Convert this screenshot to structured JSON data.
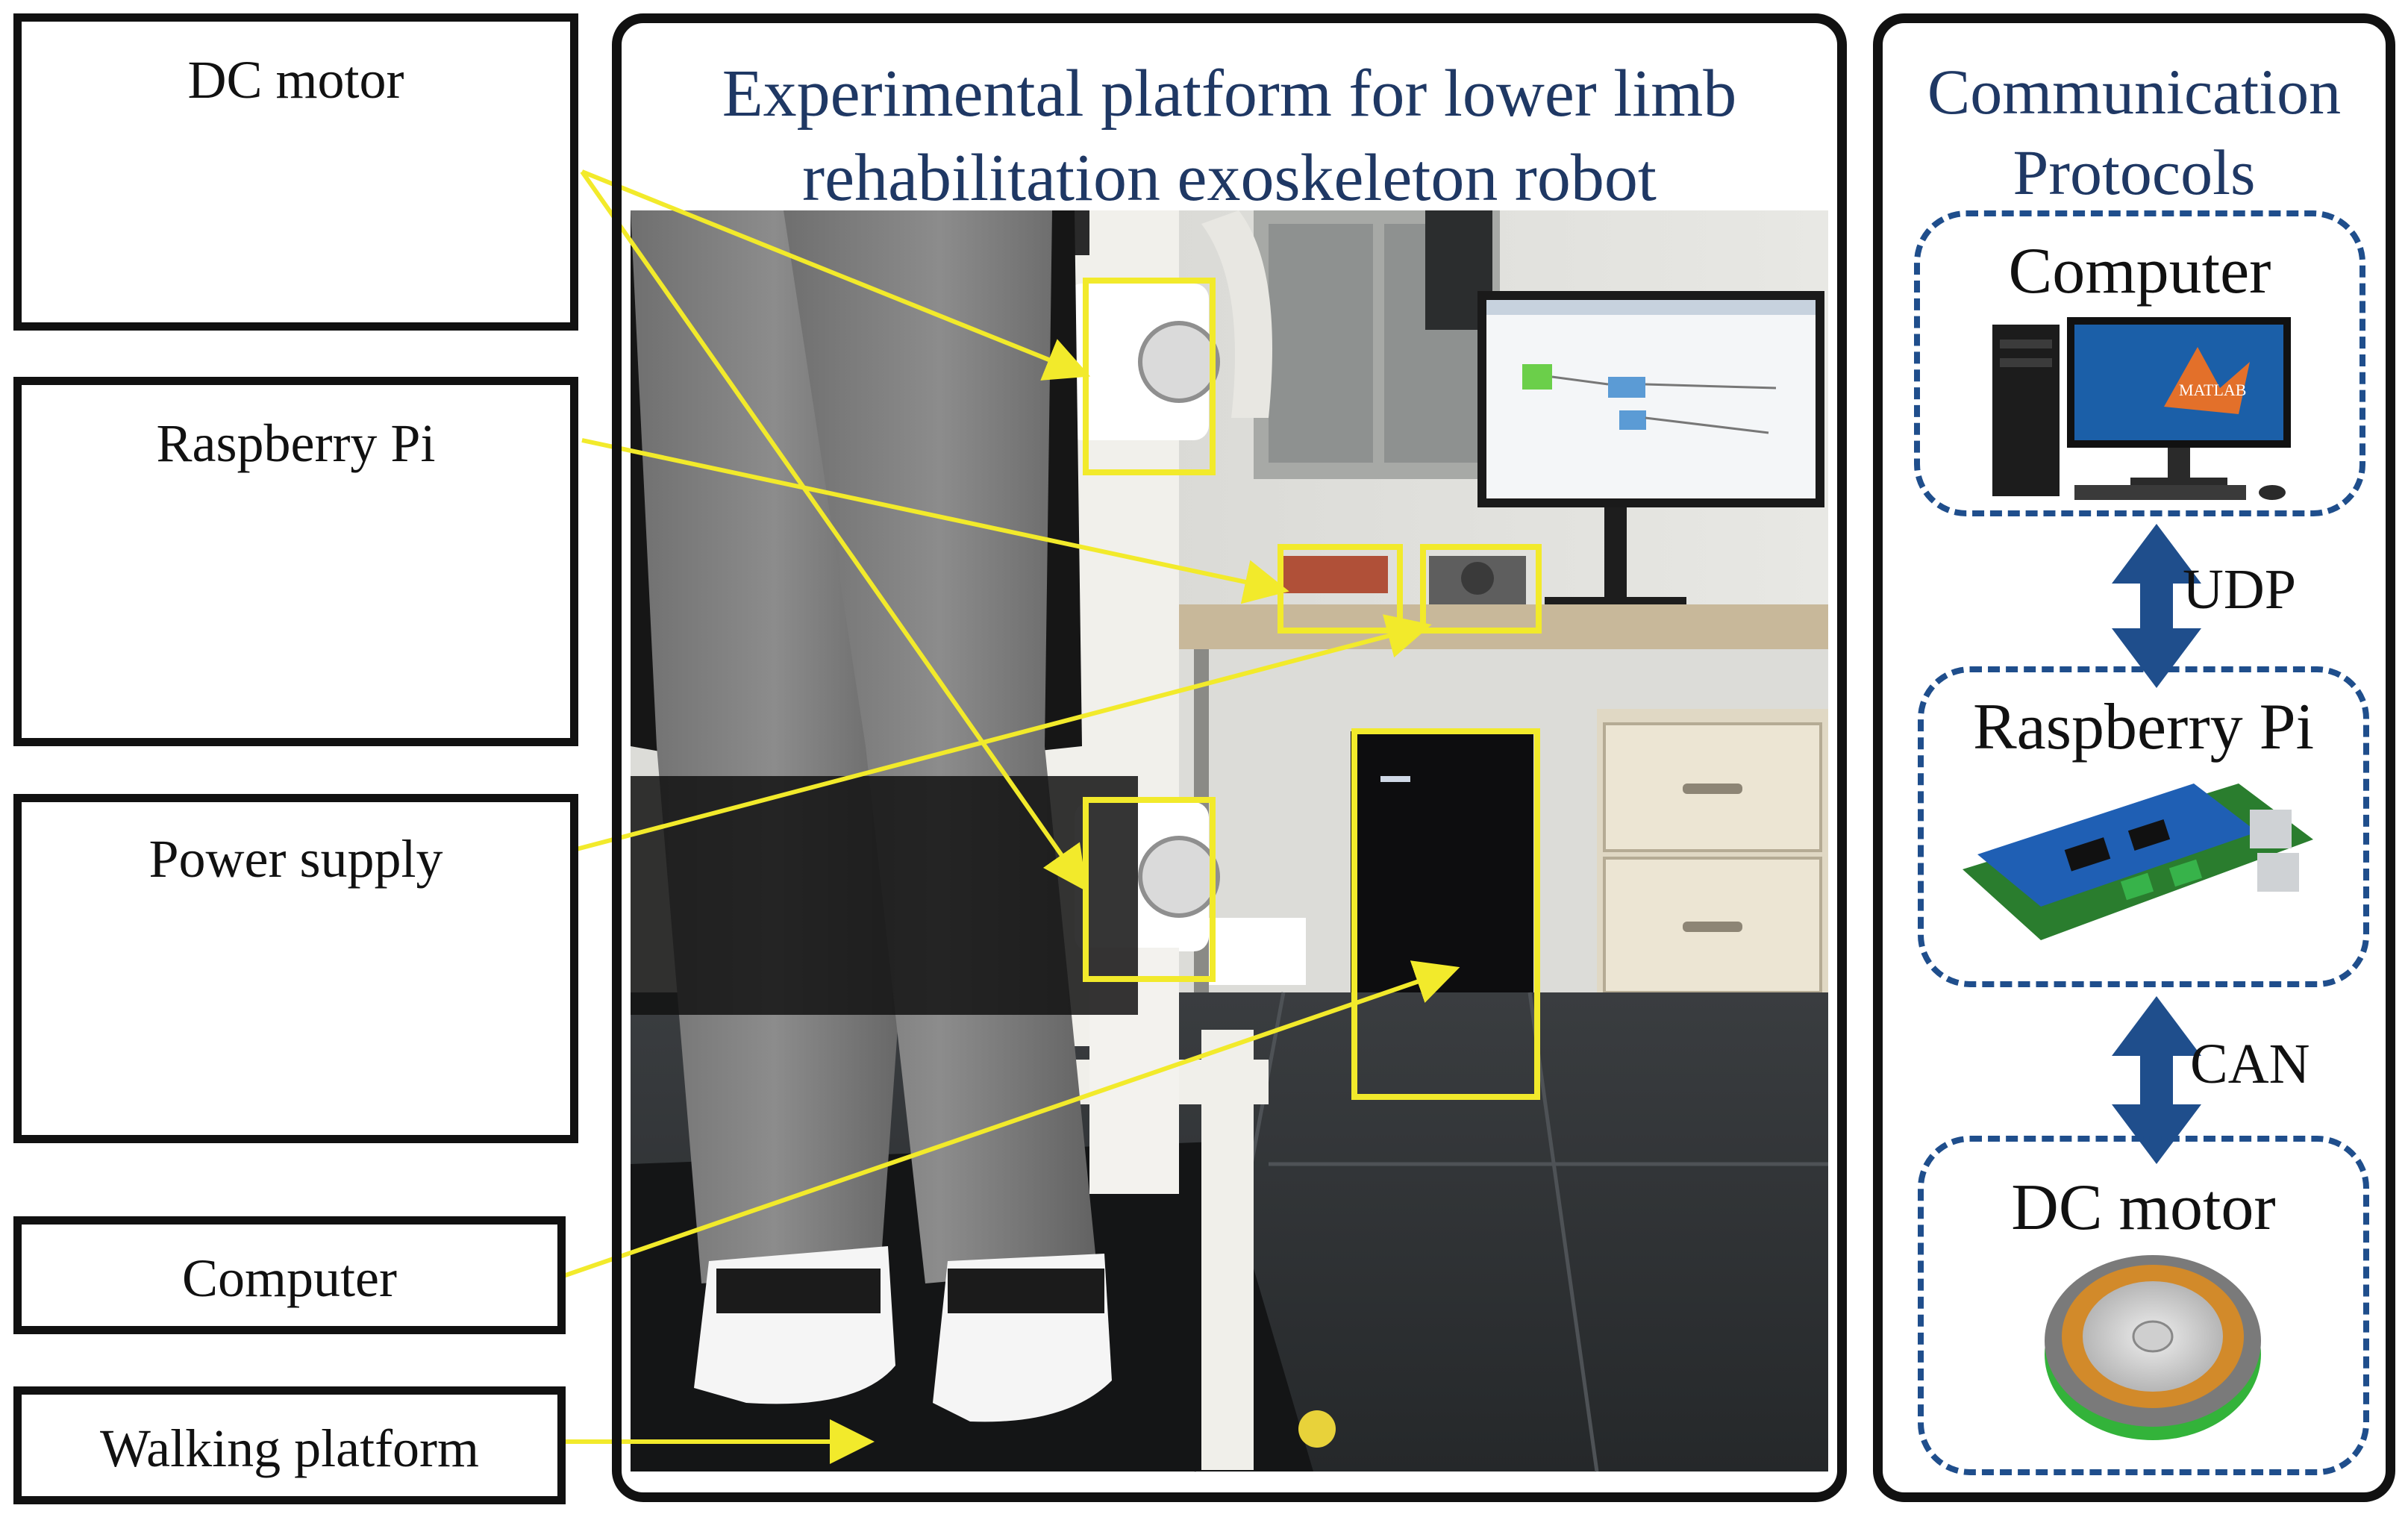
{
  "left_components": [
    {
      "id": "dc-motor",
      "label": "DC motor",
      "icon": "dc-motor-icon"
    },
    {
      "id": "raspberry-pi",
      "label": "Raspberry Pi",
      "icon": "raspberry-pi-board-icon"
    },
    {
      "id": "power-supply",
      "label": "Power supply",
      "icon": "power-supply-unit-icon"
    },
    {
      "id": "computer",
      "label": "Computer"
    },
    {
      "id": "walking-platform",
      "label": "Walking platform"
    }
  ],
  "center_panel": {
    "title_line1": "Experimental platform for lower limb",
    "title_line2": "rehabilitation exoskeleton robot",
    "photo": "lab-photo-exoskeleton-robot-on-walking-platform"
  },
  "right_panel": {
    "title_line1": "Communication",
    "title_line2": "Protocols",
    "nodes": [
      {
        "id": "computer",
        "label": "Computer",
        "icon": "computer-with-matlab-icon",
        "screen_text": "MATLAB"
      },
      {
        "id": "raspberry-pi",
        "label": "Raspberry Pi",
        "icon": "raspberry-pi-board-icon"
      },
      {
        "id": "dc-motor",
        "label": "DC motor",
        "icon": "dc-motor-icon"
      }
    ],
    "links": [
      {
        "from": "computer",
        "to": "raspberry-pi",
        "protocol": "UDP"
      },
      {
        "from": "raspberry-pi",
        "to": "dc-motor",
        "protocol": "CAN"
      }
    ]
  },
  "colors": {
    "title_blue": "#1f3864",
    "dashed_border": "#1f4e8c",
    "double_arrow": "#1f4e8c",
    "callout_yellow": "#f2ea2b",
    "box_border": "#111111"
  }
}
